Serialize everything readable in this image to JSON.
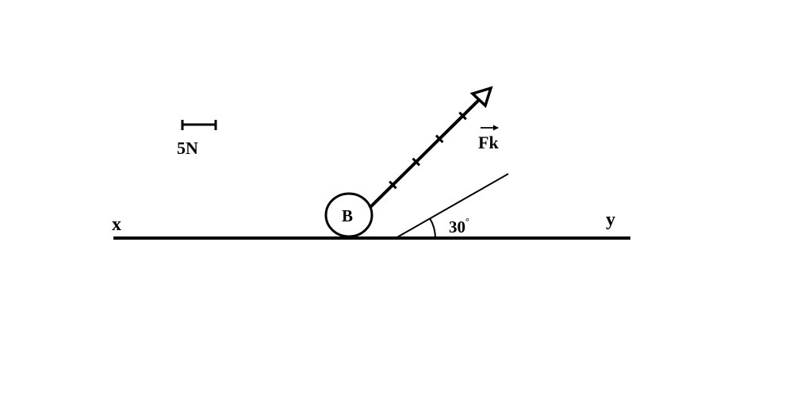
{
  "scale": {
    "label": "5N"
  },
  "force": {
    "label": "Fk",
    "segments": 5
  },
  "object": {
    "label": "B"
  },
  "line": {
    "left_label": "x",
    "right_label": "y"
  },
  "angle": {
    "value": "30",
    "unit": "°"
  }
}
